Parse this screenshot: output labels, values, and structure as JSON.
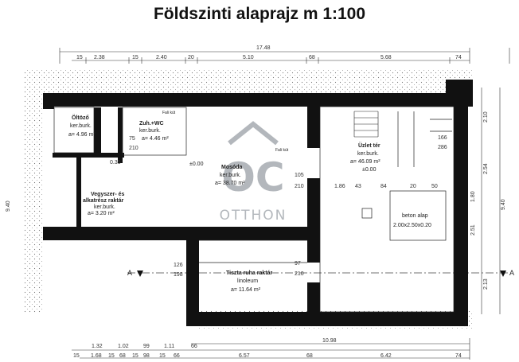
{
  "title": "Földszinti alaprajz m 1:100",
  "watermark": {
    "logo_text": "OC",
    "brand": "OTTHON",
    "color": "#9aa0a6"
  },
  "rooms": {
    "oltozo": {
      "name": "Öltöző",
      "finish": "ker.burk.",
      "area": "a= 4.96 m²"
    },
    "zuh_wc": {
      "name": "Zuh.+WC",
      "finish": "ker.burk.",
      "area": "a= 4.46 m²"
    },
    "mosoda": {
      "name": "Mosóda",
      "finish": "ker.burk.",
      "area": "a= 38.70 m²"
    },
    "uzlet": {
      "name": "Üzlet tér",
      "finish": "ker.burk.",
      "area": "a= 46.09 m²",
      "level": "±0.00"
    },
    "vegyszer": {
      "name": "Vegyszer- és",
      "name2": "alkatrész raktár",
      "finish": "ker.burk.",
      "area": "a= 3.20 m²"
    },
    "tiszta": {
      "name": "Tiszta ruha raktár",
      "finish": "linoleum",
      "area": "a= 11.64 m²"
    },
    "beton": {
      "name": "beton alap",
      "size": "2.00x2.50x0.20"
    }
  },
  "labels": {
    "mosoda_level": "±0.00",
    "section_a_left": "A",
    "section_a_right": "A",
    "fali_kut1": "Fali kút",
    "fali_kut2": "Fali kút"
  },
  "dims_top": {
    "total": "17.48",
    "d1": "15",
    "d2": "2.38",
    "d3": "15",
    "d4": "2.40",
    "d5": "20",
    "d6": "5.10",
    "d7": "68",
    "d8": "5.68",
    "d9": "74"
  },
  "dims_bottom": {
    "total": "10.98",
    "b1": "1.32",
    "b2": "1.02",
    "b3": "99",
    "b4": "1.11",
    "b5": "66",
    "c1": "15",
    "c2": "1.68",
    "c3": "15",
    "c4": "68",
    "c5": "15",
    "c6": "98",
    "c7": "15",
    "c8": "66",
    "c9": "6.57",
    "c10": "68",
    "c11": "6.42",
    "c12": "74"
  },
  "dims_inner": {
    "door1": "105",
    "door1b": "210",
    "d186": "1.86",
    "d43": "43",
    "d84": "84",
    "d20": "20",
    "d50": "50",
    "d97": "97",
    "d210b": "210",
    "d126": "126",
    "d198": "198",
    "d035": "0.35",
    "d210a": "210",
    "d75": "75",
    "d166": "166",
    "d286": "286"
  },
  "dims_right": {
    "r1": "2.10",
    "r2": "2.54",
    "r3": "9.40",
    "r4": "2.13",
    "r5": "1.80",
    "r6": "2.51"
  },
  "dims_left": {
    "l1": "9.40"
  }
}
